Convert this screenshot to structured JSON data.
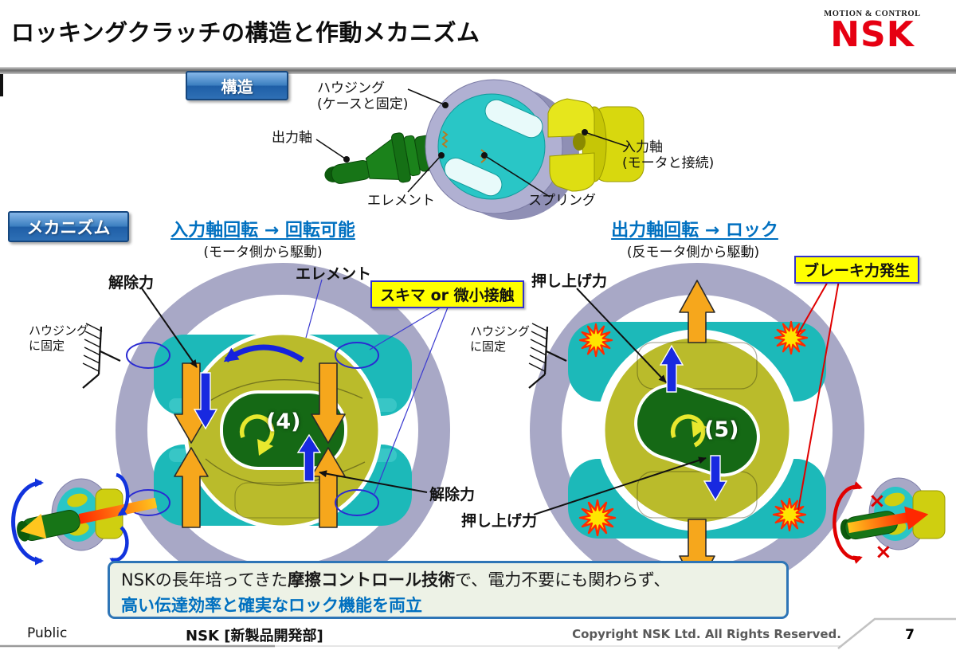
{
  "slide": {
    "title": "ロッキングクラッチの構造と作動メカニズム",
    "logo": {
      "tagline": "MOTION & CONTROL",
      "brand": "NSK"
    }
  },
  "structure": {
    "badge": "構造",
    "labels": {
      "housing1": "ハウジング",
      "housing2": "(ケースと固定)",
      "output_shaft": "出力軸",
      "element": "エレメント",
      "spring": "スプリング",
      "input_shaft1": "入力軸",
      "input_shaft2": "(モータと接続)"
    }
  },
  "mechanism": {
    "badge": "メカニズム",
    "gap_note": "スキマ or 微小接触",
    "left": {
      "title": "入力軸回転 → 回転可能",
      "subtitle": "(モータ側から駆動)",
      "release_top": "解除力",
      "element": "エレメント",
      "release_bottom": "解除力",
      "fixed1": "ハウジング",
      "fixed2": "に固定",
      "step": "(4)"
    },
    "right": {
      "title": "出力軸回転 → ロック",
      "subtitle": "(反モータ側から駆動)",
      "push_top": "押し上げ力",
      "push_bottom": "押し上げ力",
      "brake_note": "ブレーキ力発生",
      "fixed1": "ハウジング",
      "fixed2": "に固定",
      "step": "(5)",
      "blocked_mark": "×"
    }
  },
  "summary": {
    "line1_pre": "NSKの長年培ってきた",
    "line1_bold": "摩擦コントロール技術",
    "line1_post": "で、電力不要にも関わらず、",
    "line2": "高い伝達効率と確実なロック機能を両立"
  },
  "footer": {
    "classification": "Public",
    "department": "NSK [新製品開発部]",
    "copyright": "Copyright NSK Ltd. All Rights Reserved.",
    "page": "7"
  },
  "colors": {
    "brand_red": "#e60012",
    "heading_blue": "#0070c0",
    "housing_gray": "#a8a8c6",
    "element_teal": "#1cb9b9",
    "inner_olive": "#babb2b",
    "cam_green": "#156915",
    "force_orange": "#f6a71c",
    "arrow_blue": "#1829e0",
    "note_yellow": "#ffff00",
    "brake_red": "#e00000"
  }
}
